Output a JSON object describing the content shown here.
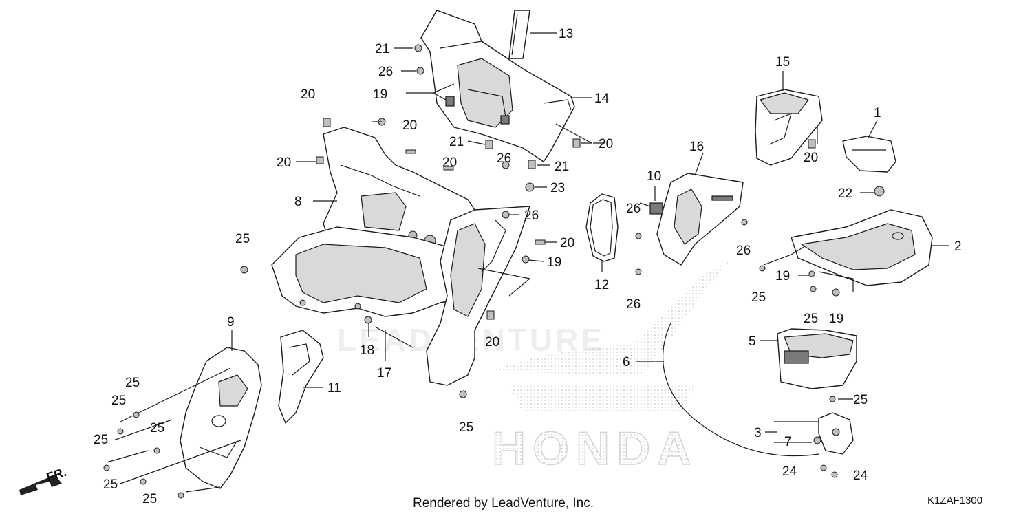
{
  "diagram": {
    "footer_text": "Rendered by LeadVenture, Inc.",
    "diagram_code": "K1ZAF1300",
    "front_label": "FR.",
    "watermark_text": "LEADVENTURE",
    "watermark_brand": "HONDA",
    "callouts": {
      "c1": "1",
      "c2": "2",
      "c3": "3",
      "c5": "5",
      "c6": "6",
      "c7": "7",
      "c8": "8",
      "c9": "9",
      "c10": "10",
      "c11": "11",
      "c12": "12",
      "c13": "13",
      "c14": "14",
      "c15": "15",
      "c16": "16",
      "c17": "17",
      "c18": "18",
      "c19a": "19",
      "c19b": "19",
      "c19c": "19",
      "c19d": "19",
      "c20a": "20",
      "c20b": "20",
      "c20c": "20",
      "c20d": "20",
      "c20e": "20",
      "c20f": "20",
      "c20g": "20",
      "c20h": "20",
      "c21a": "21",
      "c21b": "21",
      "c21c": "21",
      "c22": "22",
      "c23": "23",
      "c24a": "24",
      "c24b": "24",
      "c25a": "25",
      "c25b": "25",
      "c25c": "25",
      "c25d": "25",
      "c25e": "25",
      "c25f": "25",
      "c25g": "25",
      "c25h": "25",
      "c25i": "25",
      "c25j": "25",
      "c25k": "25",
      "c26a": "26",
      "c26b": "26",
      "c26c": "26",
      "c26d": "26",
      "c26e": "26",
      "c26f": "26"
    }
  }
}
